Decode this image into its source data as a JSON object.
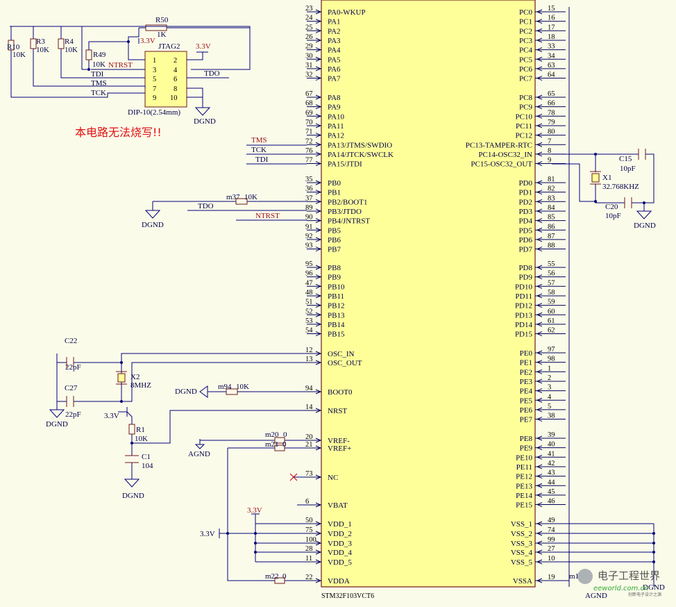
{
  "chip": {
    "name": "STM32F103VCT6",
    "left_pins": [
      {
        "num": "23",
        "label": "PA0-WKUP"
      },
      {
        "num": "24",
        "label": "PA1"
      },
      {
        "num": "25",
        "label": "PA2"
      },
      {
        "num": "26",
        "label": "PA3"
      },
      {
        "num": "29",
        "label": "PA4"
      },
      {
        "num": "30",
        "label": "PA5"
      },
      {
        "num": "31",
        "label": "PA6"
      },
      {
        "num": "32",
        "label": "PA7"
      },
      {
        "num": "67",
        "label": "PA8"
      },
      {
        "num": "68",
        "label": "PA9"
      },
      {
        "num": "69",
        "label": "PA10"
      },
      {
        "num": "70",
        "label": "PA11"
      },
      {
        "num": "71",
        "label": "PA12"
      },
      {
        "num": "72",
        "label": "PA13/JTMS/SWDIO"
      },
      {
        "num": "76",
        "label": "PA14/JTCK/SWCLK"
      },
      {
        "num": "77",
        "label": "PA15/JTDI"
      },
      {
        "num": "35",
        "label": "PB0"
      },
      {
        "num": "36",
        "label": "PB1"
      },
      {
        "num": "37",
        "label": "PB2/BOOT1"
      },
      {
        "num": "89",
        "label": "PB3/JTDO"
      },
      {
        "num": "90",
        "label": "PB4/JNTRST"
      },
      {
        "num": "91",
        "label": "PB5"
      },
      {
        "num": "92",
        "label": "PB6"
      },
      {
        "num": "93",
        "label": "PB7"
      },
      {
        "num": "95",
        "label": "PB8"
      },
      {
        "num": "96",
        "label": "PB9"
      },
      {
        "num": "47",
        "label": "PB10"
      },
      {
        "num": "48",
        "label": "PB11"
      },
      {
        "num": "51",
        "label": "PB12"
      },
      {
        "num": "52",
        "label": "PB13"
      },
      {
        "num": "53",
        "label": "PB14"
      },
      {
        "num": "54",
        "label": "PB15"
      },
      {
        "num": "12",
        "label": "OSC_IN"
      },
      {
        "num": "13",
        "label": "OSC_OUT"
      },
      {
        "num": "94",
        "label": "BOOT0"
      },
      {
        "num": "14",
        "label": "NRST"
      },
      {
        "num": "20",
        "label": "VREF-"
      },
      {
        "num": "21",
        "label": "VREF+"
      },
      {
        "num": "73",
        "label": "NC"
      },
      {
        "num": "6",
        "label": "VBAT"
      },
      {
        "num": "50",
        "label": "VDD_1"
      },
      {
        "num": "75",
        "label": "VDD_2"
      },
      {
        "num": "100",
        "label": "VDD_3"
      },
      {
        "num": "28",
        "label": "VDD_4"
      },
      {
        "num": "11",
        "label": "VDD_5"
      },
      {
        "num": "22",
        "label": "VDDA"
      }
    ],
    "right_pins": [
      {
        "num": "15",
        "label": "PC0"
      },
      {
        "num": "16",
        "label": "PC1"
      },
      {
        "num": "17",
        "label": "PC2"
      },
      {
        "num": "18",
        "label": "PC3"
      },
      {
        "num": "33",
        "label": "PC4"
      },
      {
        "num": "34",
        "label": "PC5"
      },
      {
        "num": "63",
        "label": "PC6"
      },
      {
        "num": "64",
        "label": "PC7"
      },
      {
        "num": "65",
        "label": "PC8"
      },
      {
        "num": "66",
        "label": "PC9"
      },
      {
        "num": "78",
        "label": "PC10"
      },
      {
        "num": "79",
        "label": "PC11"
      },
      {
        "num": "80",
        "label": "PC12"
      },
      {
        "num": "7",
        "label": "PC13-TAMPER-RTC"
      },
      {
        "num": "8",
        "label": "PC14-OSC32_IN"
      },
      {
        "num": "9",
        "label": "PC15-OSC32_OUT"
      },
      {
        "num": "81",
        "label": "PD0"
      },
      {
        "num": "82",
        "label": "PD1"
      },
      {
        "num": "83",
        "label": "PD2"
      },
      {
        "num": "84",
        "label": "PD3"
      },
      {
        "num": "85",
        "label": "PD4"
      },
      {
        "num": "86",
        "label": "PD5"
      },
      {
        "num": "87",
        "label": "PD6"
      },
      {
        "num": "88",
        "label": "PD7"
      },
      {
        "num": "55",
        "label": "PD8"
      },
      {
        "num": "56",
        "label": "PD9"
      },
      {
        "num": "57",
        "label": "PD10"
      },
      {
        "num": "58",
        "label": "PD11"
      },
      {
        "num": "59",
        "label": "PD12"
      },
      {
        "num": "60",
        "label": "PD13"
      },
      {
        "num": "61",
        "label": "PD14"
      },
      {
        "num": "62",
        "label": "PD15"
      },
      {
        "num": "97",
        "label": "PE0"
      },
      {
        "num": "98",
        "label": "PE1"
      },
      {
        "num": "1",
        "label": "PE2"
      },
      {
        "num": "2",
        "label": "PE3"
      },
      {
        "num": "3",
        "label": "PE4"
      },
      {
        "num": "4",
        "label": "PE5"
      },
      {
        "num": "5",
        "label": "PE6"
      },
      {
        "num": "38",
        "label": "PE7"
      },
      {
        "num": "39",
        "label": "PE8"
      },
      {
        "num": "40",
        "label": "PE9"
      },
      {
        "num": "41",
        "label": "PE10"
      },
      {
        "num": "42",
        "label": "PE11"
      },
      {
        "num": "43",
        "label": "PE12"
      },
      {
        "num": "44",
        "label": "PE13"
      },
      {
        "num": "45",
        "label": "PE14"
      },
      {
        "num": "46",
        "label": "PE15"
      },
      {
        "num": "49",
        "label": "VSS_1"
      },
      {
        "num": "74",
        "label": "VSS_2"
      },
      {
        "num": "99",
        "label": "VSS_3"
      },
      {
        "num": "27",
        "label": "VSS_4"
      },
      {
        "num": "10",
        "label": "VSS_5"
      },
      {
        "num": "19",
        "label": "VSSA"
      }
    ]
  },
  "jtag": {
    "ref": "JTAG2",
    "package": "DIP-10(2.54mm)",
    "pins_left": [
      "1",
      "3",
      "5",
      "7",
      "9"
    ],
    "pins_right": [
      "2",
      "4",
      "6",
      "8",
      "10"
    ],
    "power": "3.3V",
    "power2": "3.3V",
    "gnd": "DGND"
  },
  "resistors": {
    "r10": {
      "ref": "R10",
      "value": "10K"
    },
    "r3": {
      "ref": "R3",
      "value": "10K"
    },
    "r4": {
      "ref": "R4",
      "value": "10K"
    },
    "r49": {
      "ref": "R49",
      "value": "10K"
    },
    "r50": {
      "ref": "R50",
      "value": "1K"
    },
    "r1": {
      "ref": "R1",
      "value": "10K"
    },
    "m37": "m37",
    "m37_val": "10K",
    "m94": "m94",
    "m94_val": "10K",
    "m20": "m20",
    "m20_val": "0",
    "m21": "m21",
    "m21_val": "0",
    "m22": "m22",
    "m22_val": "0",
    "m19": "m1"
  },
  "nets": {
    "ntrst": "NTRST",
    "tdi": "TDI",
    "tms": "TMS",
    "tck": "TCK",
    "tdo": "TDO",
    "v33": "3.3V",
    "dgnd": "DGND",
    "agnd": "AGND"
  },
  "caps": {
    "c22": {
      "ref": "C22",
      "value": "22pF"
    },
    "c27": {
      "ref": "C27",
      "value": "22pF"
    },
    "c1": {
      "ref": "C1",
      "value": "104"
    },
    "c15": {
      "ref": "C15",
      "value": "10pF"
    },
    "c20": {
      "ref": "C20",
      "value": "10pF"
    }
  },
  "crystals": {
    "x2": {
      "ref": "X2",
      "value": "8MHZ"
    },
    "x1": {
      "ref": "X1",
      "value": "32.768KHZ"
    }
  },
  "annotation": "本电路无法烧写!!",
  "watermark": {
    "title": "电子工程世界",
    "site": "eeworld.com.cn",
    "tagline": "创新电子设计之源"
  }
}
